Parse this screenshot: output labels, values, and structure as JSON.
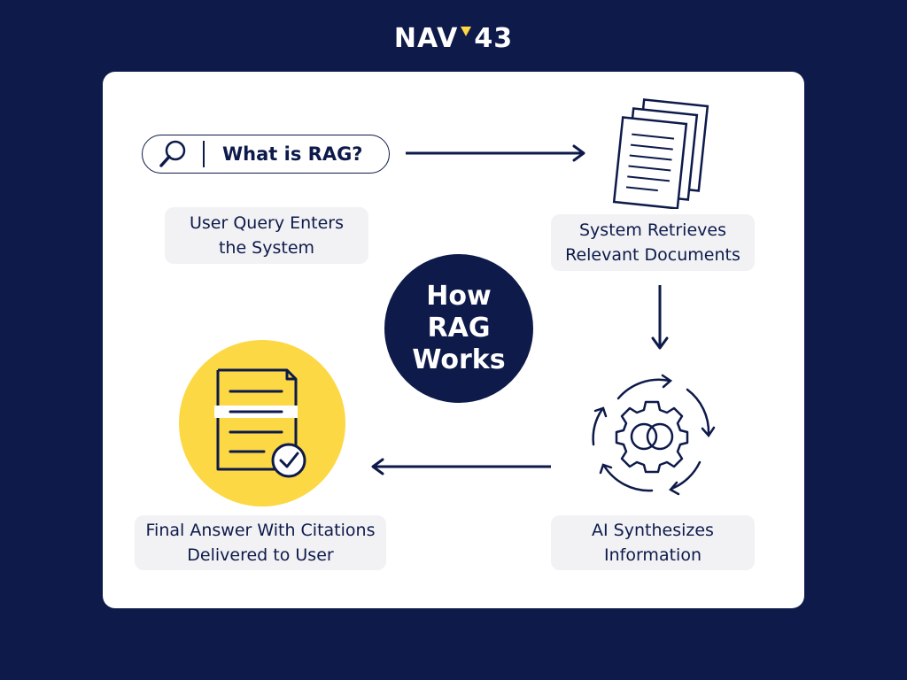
{
  "logo": {
    "left_text": "NAV",
    "right_text": "43",
    "accent_color": "#fcd844"
  },
  "search_box": {
    "query": "What is RAG?"
  },
  "center": {
    "title": "How\nRAG\nWorks"
  },
  "steps": [
    {
      "text": "User Query Enters\nthe System",
      "icon": "search-icon"
    },
    {
      "text": "System Retrieves\nRelevant Documents",
      "icon": "documents-icon"
    },
    {
      "text": "AI Synthesizes\nInformation",
      "icon": "gear-cycle-icon"
    },
    {
      "text": "Final Answer With Citations\nDelivered to User",
      "icon": "document-check-icon"
    }
  ],
  "colors": {
    "navy": "#0d1a4a",
    "white": "#ffffff",
    "label_bg": "#f2f2f5",
    "yellow": "#fcd844"
  }
}
